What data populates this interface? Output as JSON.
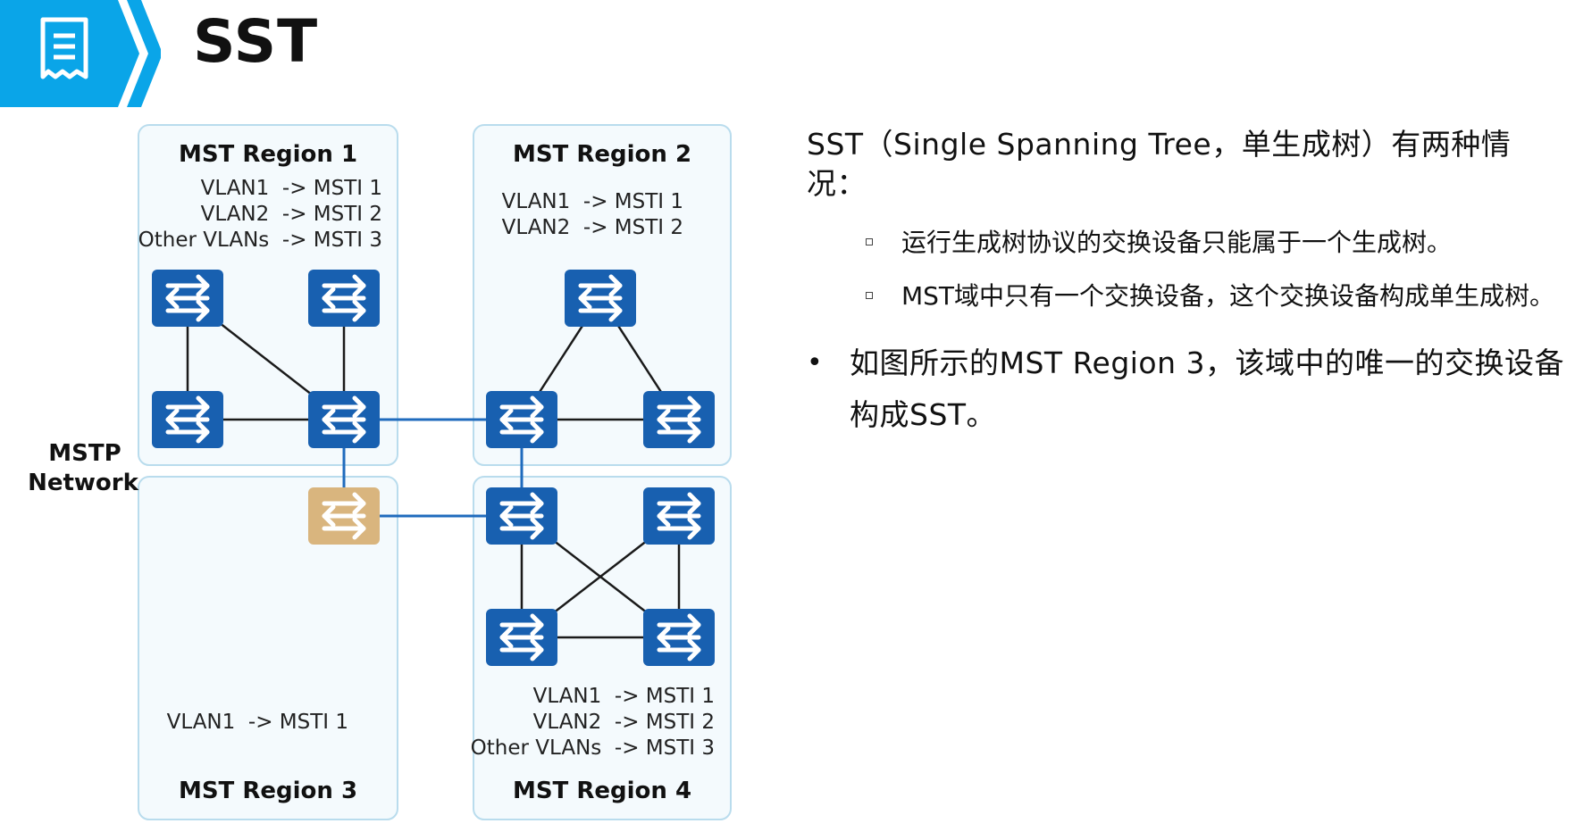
{
  "header": {
    "title": "SST",
    "badge_color": "#0aa5e8",
    "badge_icon": "document-note-icon"
  },
  "diagram": {
    "network_label_line1": "MSTP",
    "network_label_line2": "Network",
    "region_fill": "#f4fafd",
    "region_border": "#b9dced",
    "switch_color": "#1860b0",
    "highlight_switch_color": "#d9b57e",
    "regions": [
      {
        "title": "MST Region 1",
        "mappings": [
          "VLAN1  -> MSTI 1",
          "VLAN2  -> MSTI 2",
          "Other VLANs  -> MSTI 3"
        ]
      },
      {
        "title": "MST Region 2",
        "mappings": [
          "VLAN1  -> MSTI 1",
          "VLAN2  -> MSTI 2"
        ]
      },
      {
        "title": "MST Region 3",
        "mappings": [
          "VLAN1  -> MSTI 1"
        ]
      },
      {
        "title": "MST Region 4",
        "mappings": [
          "VLAN1  -> MSTI 1",
          "VLAN2  -> MSTI 2",
          "Other VLANs  -> MSTI 3"
        ]
      }
    ]
  },
  "content": {
    "intro": "SST（Single Spanning Tree，单生成树）有两种情况：",
    "sub_items": [
      "运行生成树协议的交换设备只能属于一个生成树。",
      "MST域中只有一个交换设备，这个交换设备构成单生成树。"
    ],
    "main_item": "如图所示的MST Region 3，该域中的唯一的交换设备构成SST。",
    "bullet": "•"
  }
}
